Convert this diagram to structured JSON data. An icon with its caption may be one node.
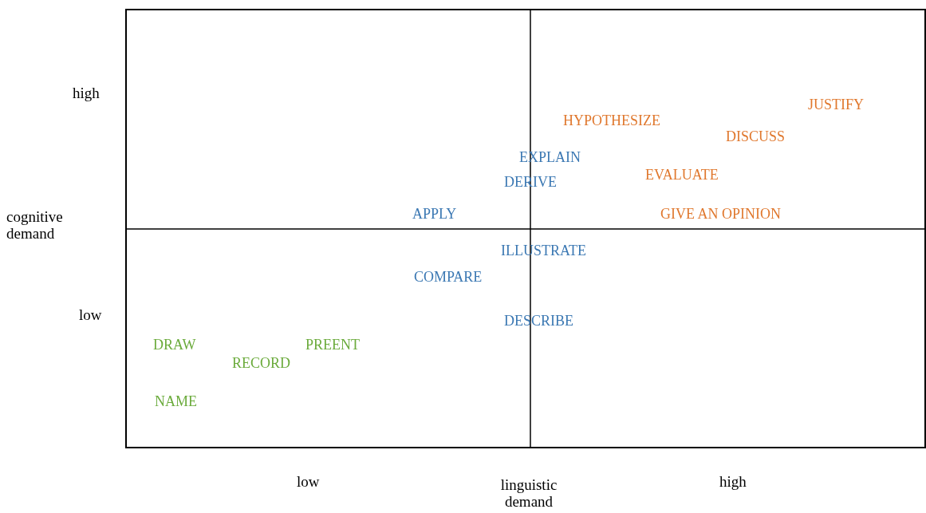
{
  "diagram": {
    "labels": [
      "high",
      "JUSTIFY",
      "HYPOTHESIZE",
      "DISCUSS",
      "EXPLAIN",
      "EVALUATE",
      "DERIVE",
      "cognitive demand",
      "APPLY",
      "GIVE AN OPINION",
      "ILLUSTRATE",
      "COMPARE",
      "low",
      "DESCRIBE",
      "DRAW",
      "PREENT",
      "RECORD",
      "NAME",
      "low",
      "linguistic demand",
      "high"
    ]
  }
}
